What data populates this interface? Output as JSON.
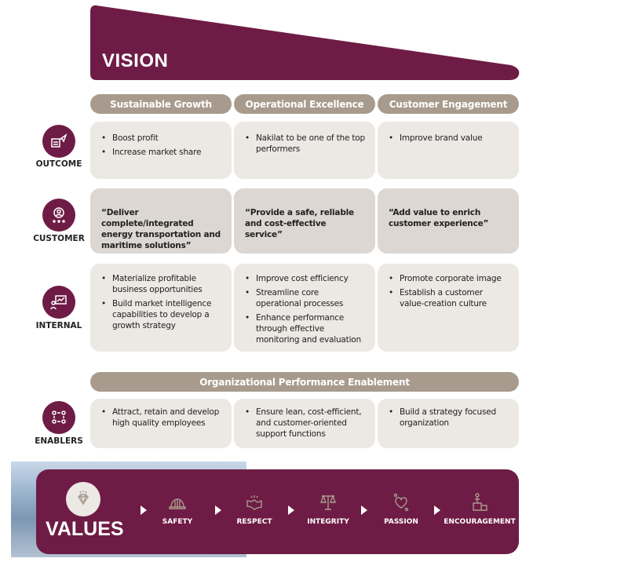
{
  "vision": {
    "title": "VISION"
  },
  "pillars": [
    "Sustainable Growth",
    "Operational Excellence",
    "Customer Engagement"
  ],
  "rows": {
    "outcome": {
      "label": "OUTCOME",
      "cells": [
        [
          "Boost profit",
          "Increase market share"
        ],
        [
          "Nakilat to be one of the top performers"
        ],
        [
          "Improve brand value"
        ]
      ]
    },
    "customer": {
      "label": "CUSTOMER",
      "cells": [
        "“Deliver complete/integrated energy transportation and maritime solutions”",
        "“Provide a safe, reliable and cost-effective service”",
        "“Add value to enrich customer experience”"
      ]
    },
    "internal": {
      "label": "INTERNAL",
      "cells": [
        [
          "Materialize profitable business opportunities",
          "Build market intelligence capabilities to develop a growth strategy"
        ],
        [
          "Improve cost efficiency",
          "Streamline core operational processes",
          "Enhance performance through effective monitoring and evaluation"
        ],
        [
          "Promote corporate image",
          "Establish a customer value-creation culture"
        ]
      ]
    },
    "enablement_header": "Organizational Performance Enablement",
    "enablers": {
      "label": "ENABLERS",
      "cells": [
        [
          "Attract, retain and develop high quality employees"
        ],
        [
          "Ensure lean, cost-efficient, and customer-oriented support functions"
        ],
        [
          "Build a strategy focused organization"
        ]
      ]
    }
  },
  "values": {
    "title": "VALUES",
    "items": [
      "SAFETY",
      "RESPECT",
      "INTEGRITY",
      "PASSION",
      "ENCOURAGEMENT"
    ]
  },
  "colors": {
    "primary": "#6e1c45",
    "pill": "#a89b8d",
    "box": "#ece8e4",
    "box_dark": "#dcd7d2"
  }
}
